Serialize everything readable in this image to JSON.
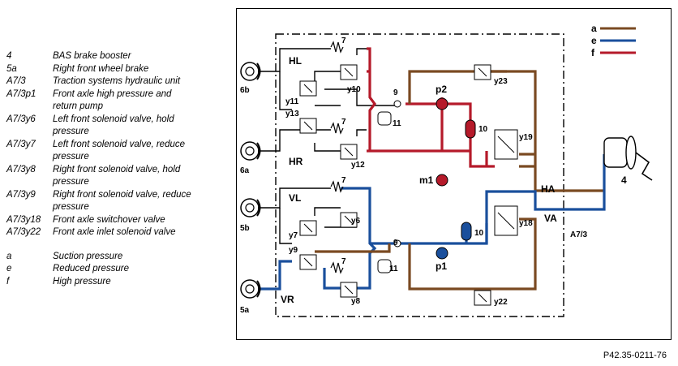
{
  "legend": {
    "components": [
      {
        "code": "4",
        "desc": [
          "BAS brake booster"
        ]
      },
      {
        "code": "5a",
        "desc": [
          "Right front wheel brake"
        ]
      },
      {
        "code": "A7/3",
        "desc": [
          "Traction systems hydraulic unit"
        ]
      },
      {
        "code": "A7/3p1",
        "desc": [
          "Front axle high pressure and",
          "return pump"
        ]
      },
      {
        "code": "A7/3y6",
        "desc": [
          "Left front solenoid valve, hold",
          "pressure"
        ]
      },
      {
        "code": "A7/3y7",
        "desc": [
          "Left front solenoid valve, reduce",
          "pressure"
        ]
      },
      {
        "code": "A7/3y8",
        "desc": [
          "Right front solenoid valve, hold",
          "pressure"
        ]
      },
      {
        "code": "A7/3y9",
        "desc": [
          "Right front solenoid valve, reduce",
          "pressure"
        ]
      },
      {
        "code": "A7/3y18",
        "desc": [
          "Front axle switchover valve"
        ]
      },
      {
        "code": "A7/3y22",
        "desc": [
          "Front axle inlet solenoid valve"
        ]
      }
    ],
    "pressures": [
      {
        "code": "a",
        "desc": "Suction pressure",
        "color": "#7a4a22"
      },
      {
        "code": "e",
        "desc": "Reduced pressure",
        "color": "#1a4f9c"
      },
      {
        "code": "f",
        "desc": "High pressure",
        "color": "#b51a2a"
      }
    ]
  },
  "diagram": {
    "key_labels": [
      "a",
      "e",
      "f"
    ],
    "circuit_labels": {
      "HL": "HL",
      "HR": "HR",
      "VL": "VL",
      "VR": "VR",
      "HA": "HA",
      "VA": "VA",
      "unit": "A7/3"
    },
    "wheel_labels": [
      "6b",
      "6a",
      "5b",
      "5a"
    ],
    "booster_label": "4",
    "valve_labels": [
      "y10",
      "y11",
      "y13",
      "y12",
      "y23",
      "y19",
      "y6",
      "y7",
      "y9",
      "y8",
      "y18",
      "y22"
    ],
    "component_labels": [
      "7",
      "7",
      "7",
      "7",
      "9",
      "9",
      "11",
      "11",
      "10",
      "10",
      "p2",
      "p1",
      "m1"
    ]
  },
  "colors": {
    "suction": "#7a4a22",
    "reduced": "#1a4f9c",
    "high": "#b51a2a",
    "line": "#000000"
  },
  "figure_ref": "P42.35-0211-76"
}
